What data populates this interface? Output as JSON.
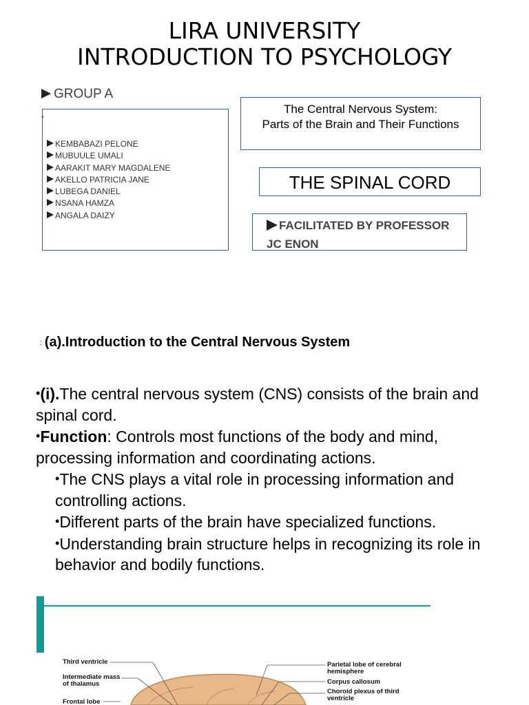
{
  "header": {
    "university": "LIRA UNIVERSITY",
    "course": "INTRODUCTION TO PSYCHOLOGY"
  },
  "group": {
    "label": "GROUP A",
    "members": [
      "KEMBABAZI PELONE",
      "MUBUULE UMALI",
      "AARAKIT MARY MAGDALENE",
      "AKELLO PATRICIA JANE",
      "LUBEGA DANIEL",
      "NSANA HAMZA",
      "ANGALA DAIZY"
    ]
  },
  "topic": {
    "line1": "The Central Nervous System:",
    "line2": "Parts of the Brain  and Their Functions"
  },
  "subtopic": "THE SPINAL CORD",
  "facilitator": {
    "line1": "FACILITATED BY PROFESSOR",
    "line2": "JC ENON"
  },
  "section": {
    "prefix": ":",
    "heading": "(a).Introduction to the Central Nervous System"
  },
  "content": {
    "p1_bold": "(i).",
    "p1_text": "The central nervous system (CNS) consists of the brain and spinal cord.",
    "p2_bold": "Function",
    "p2_text": ": Controls most functions of the body and mind, processing information and coordinating actions.",
    "sub_bullets": [
      "The CNS plays a vital role in processing information and controlling actions.",
      "Different parts of the brain have specialized functions.",
      "Understanding brain structure helps in recognizing its role in behavior and bodily functions."
    ]
  },
  "figure": {
    "left_labels": {
      "third_ventricle": "Third ventricle",
      "intermediate_mass": "Intermediate mass of thalamus",
      "frontal_lobe": "Frontal lobe"
    },
    "right_labels": {
      "parietal_lobe": "Parietal lobe of cerebral hemisphere",
      "corpus_callosum": "Corpus callosum",
      "choroid_plexus": "Choroid plexus of third ventricle"
    }
  },
  "colors": {
    "accent_teal": "#109a98",
    "box_border": "#3b5f8a",
    "brain_fill": "#e8b888"
  }
}
